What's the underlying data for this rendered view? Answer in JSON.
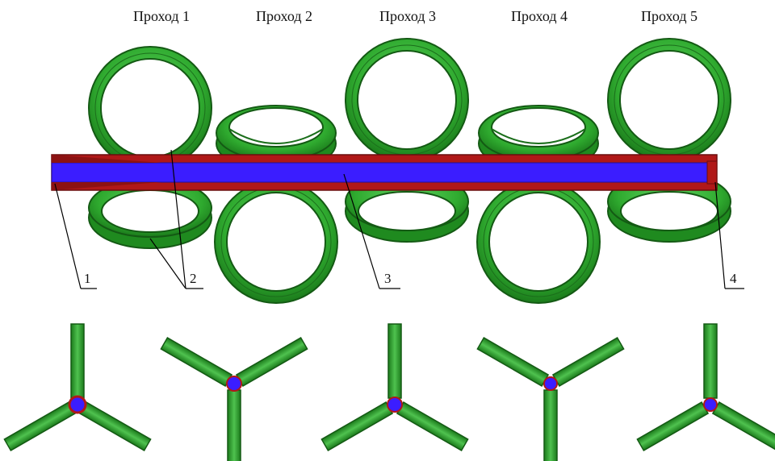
{
  "passes": [
    {
      "title": "Проход 1"
    },
    {
      "title": "Проход 2"
    },
    {
      "title": "Проход 3"
    },
    {
      "title": "Проход 4"
    },
    {
      "title": "Проход 5"
    }
  ],
  "callouts": [
    "1",
    "2",
    "3",
    "4"
  ],
  "colors": {
    "roll_green": "#2faa2f",
    "roll_dark": "#1b6e1b",
    "roll_light": "#55cc55",
    "billet_blue": "#3b1dff",
    "billet_red": "#b01818",
    "line": "#000000"
  },
  "stands": [
    {
      "config": "upper-Y"
    },
    {
      "config": "inverted-Y"
    },
    {
      "config": "upper-Y"
    },
    {
      "config": "inverted-Y"
    },
    {
      "config": "upper-Y"
    }
  ]
}
